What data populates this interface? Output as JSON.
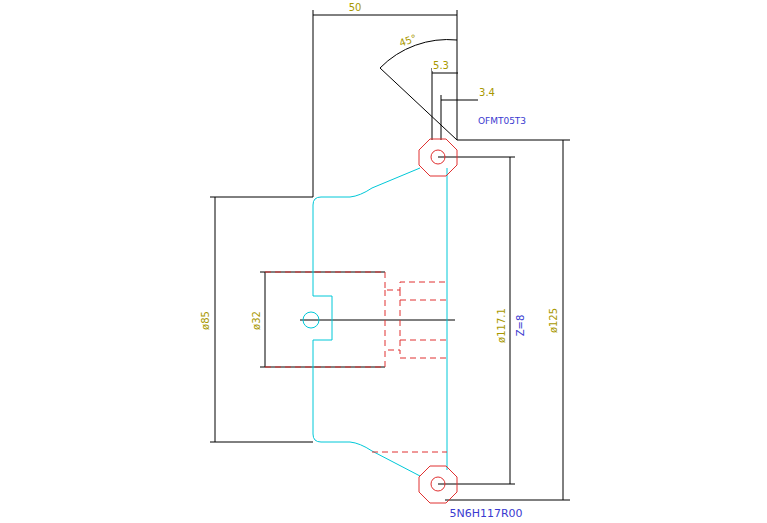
{
  "diagram": {
    "labels": [
      "50",
      "45°",
      "5.3",
      "3.4",
      "OFMT05T3",
      "ø85",
      "ø32",
      "ø117.1",
      "Z=8",
      "ø125",
      "5N6H117R00"
    ]
  }
}
